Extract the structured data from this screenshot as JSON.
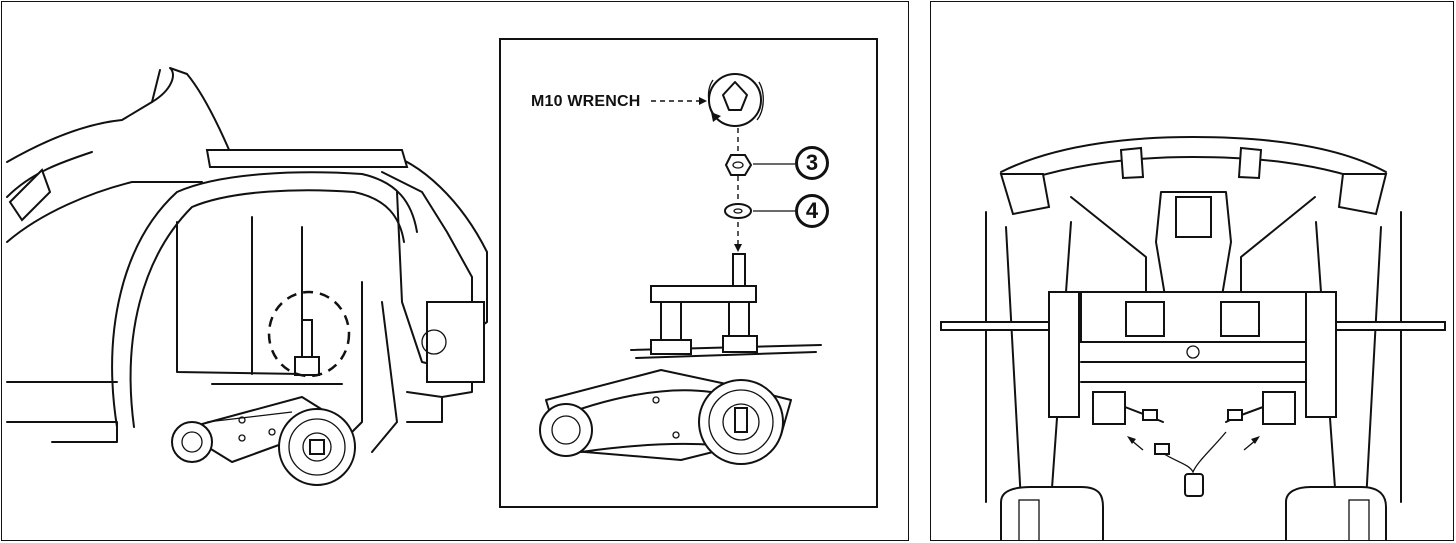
{
  "inset": {
    "tool_label": "M10 WRENCH",
    "callouts": [
      "3",
      "4"
    ]
  }
}
